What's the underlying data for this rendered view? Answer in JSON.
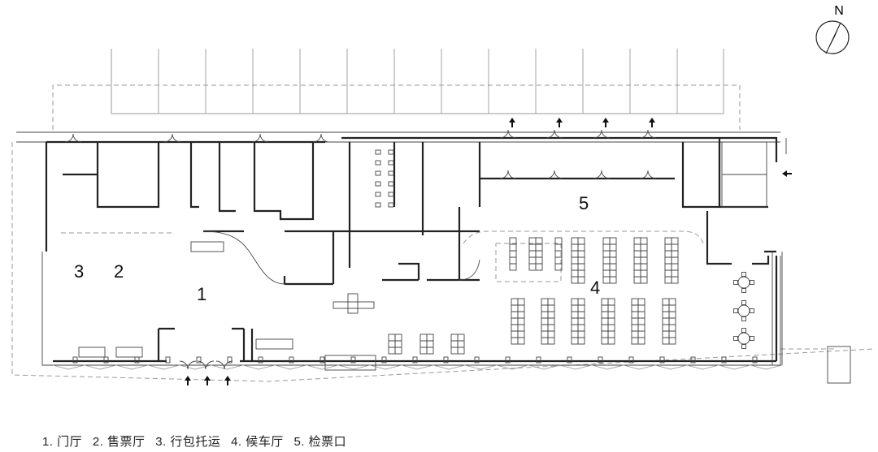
{
  "north_label": "N",
  "rooms": [
    {
      "id": "1",
      "label": "1"
    },
    {
      "id": "2",
      "label": "2"
    },
    {
      "id": "3",
      "label": "3"
    },
    {
      "id": "4",
      "label": "4"
    },
    {
      "id": "5",
      "label": "5"
    }
  ],
  "legend": [
    "1. 门厅",
    "2. 售票厅",
    "3. 行包托运",
    "4. 候车厅",
    "5. 检票口"
  ],
  "colors": {
    "wall": "#222222",
    "line": "#999999"
  }
}
